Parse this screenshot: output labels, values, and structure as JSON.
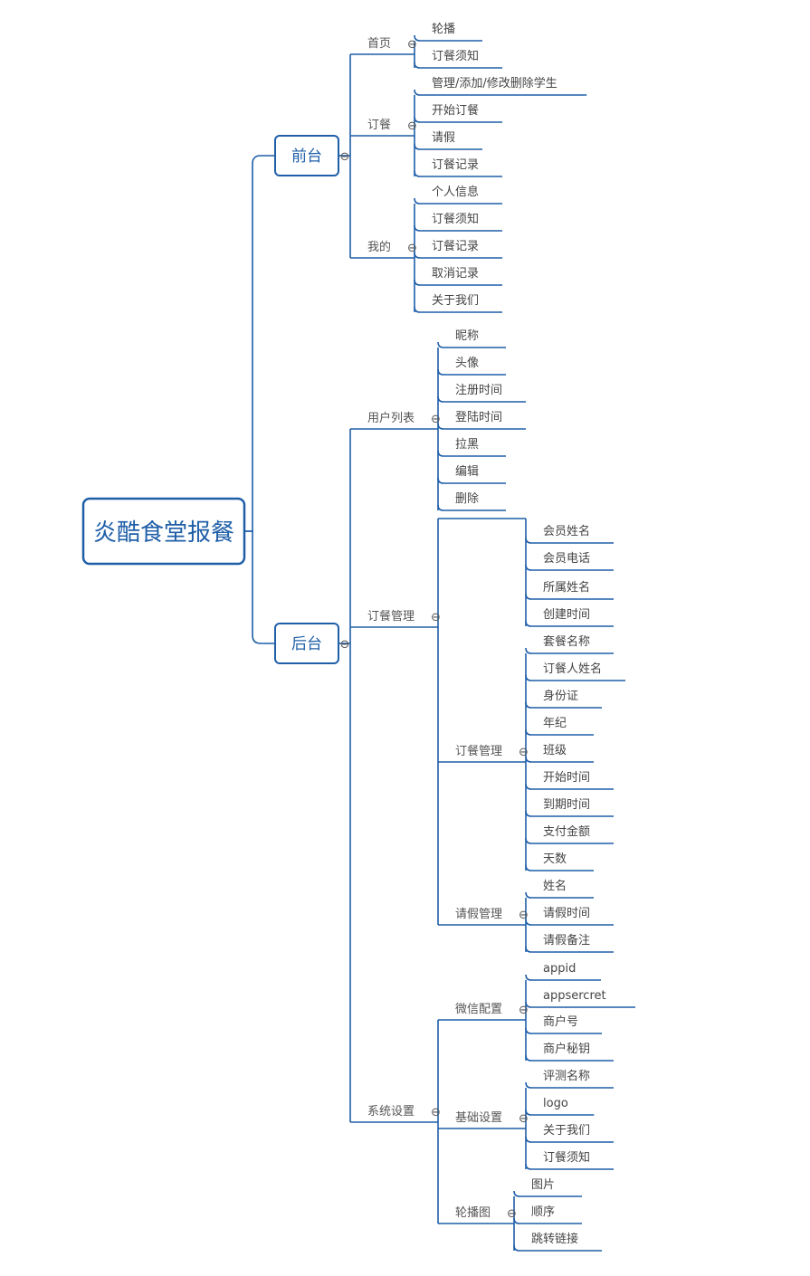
{
  "colors": {
    "line": "#1f5fa8",
    "text": "#444444",
    "background": "#ffffff"
  },
  "collapse_glyph": "⊖",
  "root": {
    "label": "炎酷食堂报餐"
  },
  "branches": [
    {
      "label": "前台",
      "children": [
        {
          "label": "首页",
          "children": [
            {
              "label": "轮播"
            },
            {
              "label": "订餐须知"
            }
          ]
        },
        {
          "label": "订餐",
          "children": [
            {
              "label": "管理/添加/修改删除学生"
            },
            {
              "label": "开始订餐"
            },
            {
              "label": "请假"
            },
            {
              "label": "订餐记录"
            }
          ]
        },
        {
          "label": "我的",
          "children": [
            {
              "label": "个人信息"
            },
            {
              "label": "订餐须知"
            },
            {
              "label": "订餐记录"
            },
            {
              "label": "取消记录"
            },
            {
              "label": "关于我们"
            }
          ]
        }
      ]
    },
    {
      "label": "后台",
      "children": [
        {
          "label": "用户列表",
          "children": [
            {
              "label": "昵称"
            },
            {
              "label": "头像"
            },
            {
              "label": "注册时间"
            },
            {
              "label": "登陆时间"
            },
            {
              "label": "拉黑"
            },
            {
              "label": "编辑"
            },
            {
              "label": "删除"
            }
          ]
        },
        {
          "label": "订餐管理",
          "children": [
            {
              "label": "",
              "children": [
                {
                  "label": "会员姓名"
                },
                {
                  "label": "会员电话"
                },
                {
                  "label": "所属姓名"
                },
                {
                  "label": "创建时间"
                }
              ]
            },
            {
              "label": "订餐管理",
              "children": [
                {
                  "label": "套餐名称"
                },
                {
                  "label": "订餐人姓名"
                },
                {
                  "label": "身份证"
                },
                {
                  "label": "年纪"
                },
                {
                  "label": "班级"
                },
                {
                  "label": "开始时间"
                },
                {
                  "label": "到期时间"
                },
                {
                  "label": "支付金额"
                },
                {
                  "label": "天数"
                }
              ]
            },
            {
              "label": "请假管理",
              "children": [
                {
                  "label": "姓名"
                },
                {
                  "label": "请假时间"
                },
                {
                  "label": "请假备注"
                }
              ]
            }
          ]
        },
        {
          "label": "系统设置",
          "children": [
            {
              "label": "微信配置",
              "children": [
                {
                  "label": "appid"
                },
                {
                  "label": "appsercret"
                },
                {
                  "label": "商户号"
                },
                {
                  "label": "商户秘钥"
                }
              ]
            },
            {
              "label": "基础设置",
              "children": [
                {
                  "label": "评测名称"
                },
                {
                  "label": "logo"
                },
                {
                  "label": "关于我们"
                },
                {
                  "label": "订餐须知"
                }
              ]
            },
            {
              "label": "轮播图",
              "children": [
                {
                  "label": "图片"
                },
                {
                  "label": "顺序"
                },
                {
                  "label": "跳转链接"
                }
              ]
            }
          ]
        }
      ]
    }
  ]
}
